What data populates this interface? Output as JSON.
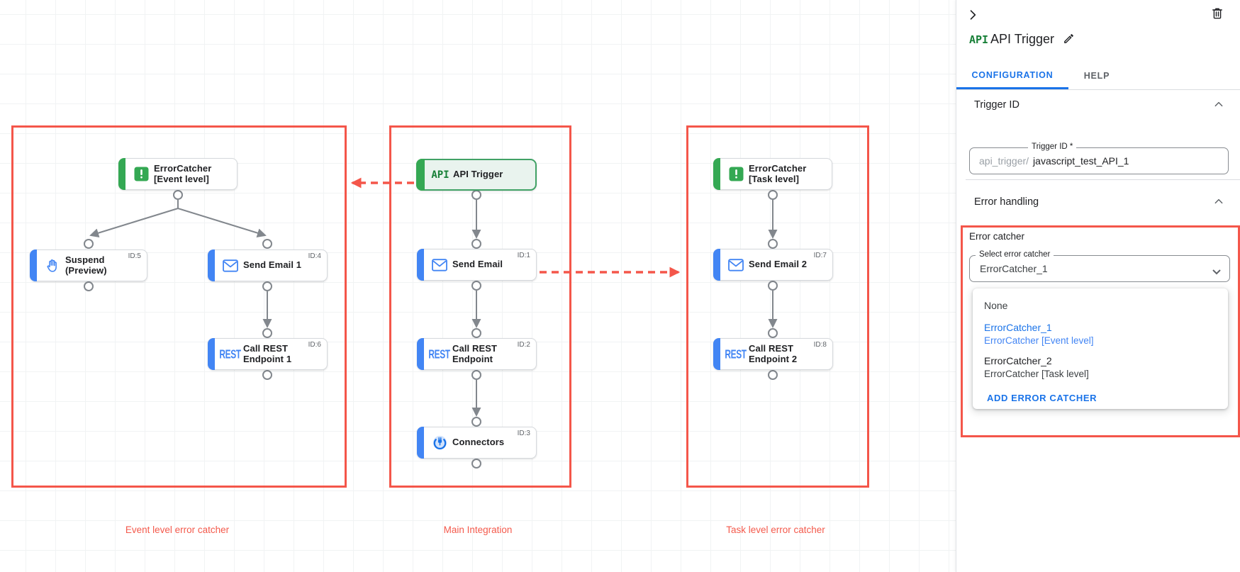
{
  "canvas": {
    "group_labels": {
      "event": "Event level error catcher",
      "main": "Main Integration",
      "task": "Task level error catcher"
    },
    "icons": {
      "rest_text": "REST",
      "api_text": "API"
    },
    "nodes": {
      "ec_event": {
        "title": "ErrorCatcher\n[Event level]",
        "badge": ""
      },
      "suspend": {
        "title": "Suspend\n(Preview)",
        "badge": "ID:5"
      },
      "send_email_1": {
        "title": "Send Email 1",
        "badge": "ID:4"
      },
      "rest_1": {
        "title": "Call REST\nEndpoint 1",
        "badge": "ID:6"
      },
      "api_trigger": {
        "title": "API Trigger",
        "badge": ""
      },
      "send_email": {
        "title": "Send Email",
        "badge": "ID:1"
      },
      "rest": {
        "title": "Call REST\nEndpoint",
        "badge": "ID:2"
      },
      "connectors": {
        "title": "Connectors",
        "badge": "ID:3"
      },
      "ec_task": {
        "title": "ErrorCatcher\n[Task level]",
        "badge": ""
      },
      "send_email_2": {
        "title": "Send Email 2",
        "badge": "ID:7"
      },
      "rest_2": {
        "title": "Call REST\nEndpoint 2",
        "badge": "ID:8"
      }
    },
    "colors": {
      "annotation_red": "#f4564a",
      "node_blue": "#4285f4",
      "node_green": "#34a853",
      "error_dot_red": "#da1404",
      "edge_gray": "#82878d"
    }
  },
  "panel": {
    "header": {
      "logo": "API",
      "title": "API Trigger"
    },
    "tabs": {
      "configuration": "CONFIGURATION",
      "help": "HELP"
    },
    "trigger_id": {
      "section": "Trigger ID",
      "field_label": "Trigger ID *",
      "prefix": "api_trigger/",
      "value": "javascript_test_API_1"
    },
    "error_handling": {
      "section": "Error handling",
      "group_label": "Error catcher",
      "select_label": "Select error catcher",
      "select_value": "ErrorCatcher_1",
      "menu": {
        "none": "None",
        "opt1_title": "ErrorCatcher_1",
        "opt1_sub": "ErrorCatcher [Event level]",
        "opt2_title": "ErrorCatcher_2",
        "opt2_sub": "ErrorCatcher [Task level]",
        "add": "ADD ERROR CATCHER"
      }
    }
  }
}
